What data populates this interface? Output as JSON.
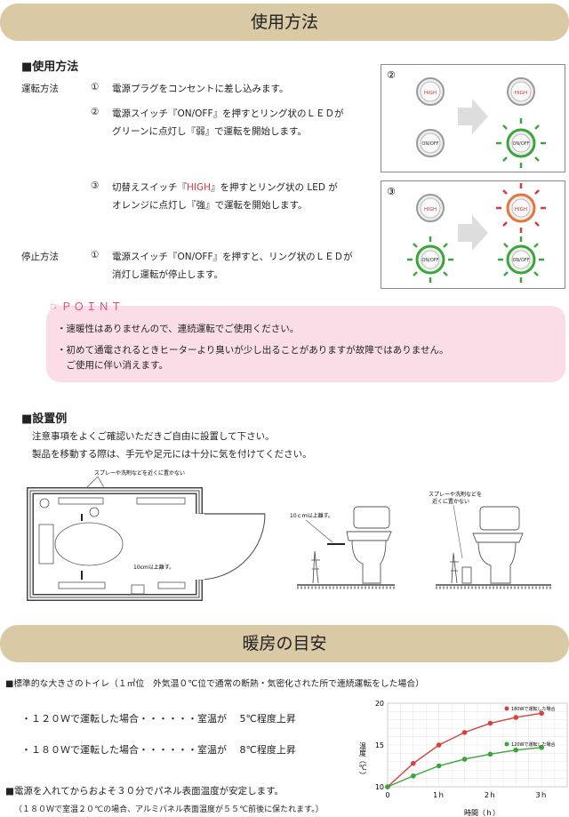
{
  "usage": {
    "banner": "使用方法",
    "heading": "■使用方法",
    "operate_label": "運転方法",
    "stop_label": "停止方法",
    "steps": [
      {
        "num": "①",
        "lines": [
          "電源プラグをコンセントに差し込みます。"
        ]
      },
      {
        "num": "②",
        "lines": [
          "電源スイッチ『ON/OFF』を押すとリング状のＬＥＤが",
          "グリーンに点灯し『弱』で運転を開始します。"
        ]
      },
      {
        "num": "③",
        "line1_a": "切替えスイッチ『",
        "line1_red": "HIGH",
        "line1_b": "』を押すとリング状の LED が",
        "line2": "オレンジに点灯し『強』で運転を開始します。"
      },
      {
        "num": "①",
        "lines": [
          "電源スイッチ『ON/OFF』を押すと、リング状のＬＥＤが",
          "消灯し運転が停止します。"
        ]
      }
    ],
    "diagram2": {
      "label": "②",
      "btn_high": "HIGH",
      "btn_onoff": "ON/OFF"
    },
    "diagram3": {
      "label": "③",
      "btn_high": "HIGH",
      "btn_onoff": "ON/OFF"
    }
  },
  "point": {
    "title": "☞ＰＯＩＮＴ",
    "items": [
      "・速暖性はありませんので、連続運転でご使用ください。",
      "・初めて通電されるときヒーターより臭いが少し出ることがありますが故障ではありません。",
      "　ご使用に伴い消えます。"
    ]
  },
  "install": {
    "heading": "■設置例",
    "lines": [
      "注意事項をよくご確認いただきご自由に設置して下さい。",
      "製品を移動する際は、手元や足元には十分に気を付けてください。"
    ],
    "note_spray": "スプレーや洗剤などを近くに置かない",
    "note_10cm": "10cm以上離す。",
    "note_10cm_b": "10ｃｍ以上離す。",
    "note_spray2_a": "スプレーや洗剤などを",
    "note_spray2_b": "近くに置かない"
  },
  "heating": {
    "banner": "暖房の目安",
    "condition": "■標準的な大きさのトイレ（１㎡位　外気温０℃位で通常の断熱・気密化された所で連続運転をした場合）",
    "r120": "・１２０Ｗで運転した場合・・・・・・室温が　 5℃程度上昇",
    "r180": "・１８０Ｗで運転した場合・・・・・・室温が　 8℃程度上昇",
    "stable": "■電源を入れてからおよそ３０分でパネル表面温度が安定します。",
    "note": "（１８０Ｗで室温２０℃の場合、アルミパネル表面温度が５５℃前後に保たれます。）"
  },
  "chart_data": {
    "type": "line",
    "ylabel": "温度（℃）",
    "xlabel": "時間（ｈ）",
    "x_ticks": [
      "0",
      "1ｈ",
      "2ｈ",
      "3ｈ"
    ],
    "y_ticks": [
      "10",
      "15",
      "20"
    ],
    "ylim": [
      10,
      20
    ],
    "xlim": [
      0,
      3.5
    ],
    "grid": true,
    "legend_position": "right",
    "series": [
      {
        "name": "180Wで運転した場合",
        "color": "#d94040",
        "x": [
          0,
          0.5,
          1,
          1.5,
          2,
          2.5,
          3
        ],
        "values": [
          10,
          12.8,
          15,
          16.5,
          17.6,
          18.3,
          18.8
        ]
      },
      {
        "name": "120Wで運転した場合",
        "color": "#3aa63a",
        "x": [
          0,
          0.5,
          1,
          1.5,
          2,
          2.5,
          3
        ],
        "values": [
          10,
          11.3,
          12.5,
          13.3,
          13.9,
          14.4,
          14.7
        ]
      }
    ]
  },
  "colors": {
    "banner": "#d9c9a5",
    "pink": "#fbdde8",
    "green": "#3aa63a",
    "orange": "#e2763b",
    "red": "#d63a3a"
  }
}
